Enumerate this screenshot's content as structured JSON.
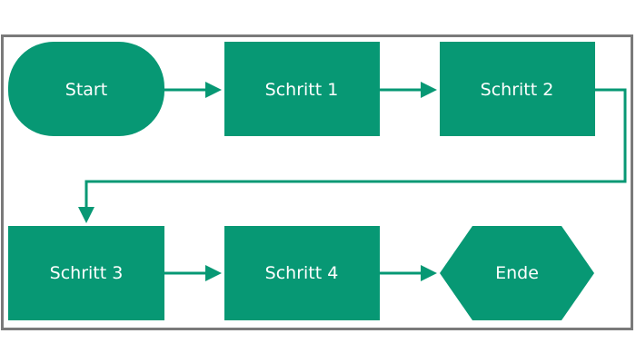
{
  "colors": {
    "node_fill": "#079874",
    "connector": "#079874",
    "frame_border": "#7a7a7a",
    "label": "#ffffff"
  },
  "nodes": {
    "start": {
      "label": "Start",
      "shape": "terminator"
    },
    "step1": {
      "label": "Schritt 1",
      "shape": "process"
    },
    "step2": {
      "label": "Schritt 2",
      "shape": "process"
    },
    "step3": {
      "label": "Schritt 3",
      "shape": "process"
    },
    "step4": {
      "label": "Schritt 4",
      "shape": "process"
    },
    "end": {
      "label": "Ende",
      "shape": "hexagon"
    }
  },
  "edges": [
    {
      "from": "start",
      "to": "step1"
    },
    {
      "from": "step1",
      "to": "step2"
    },
    {
      "from": "step2",
      "to": "step3"
    },
    {
      "from": "step3",
      "to": "step4"
    },
    {
      "from": "step4",
      "to": "end"
    }
  ]
}
